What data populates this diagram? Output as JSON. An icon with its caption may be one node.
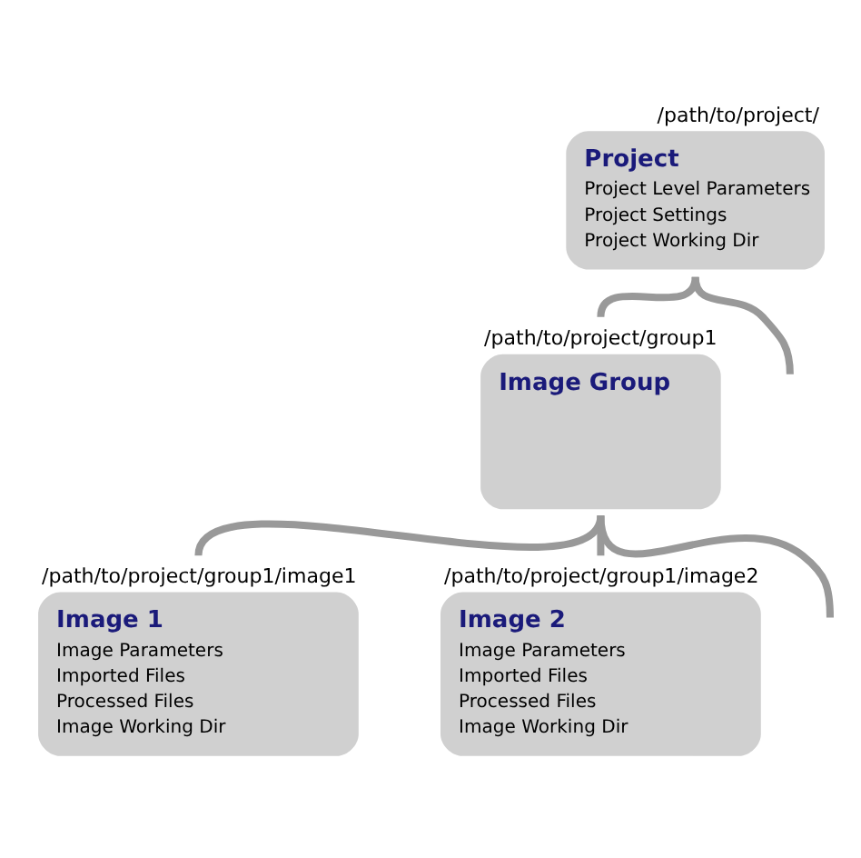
{
  "diagram": {
    "nodes": [
      {
        "text": [
          "Project",
          "Project Level Parameters",
          "Project Settings",
          "Project Working Dir"
        ],
        "beside": [
          "/path/to/project/"
        ]
      },
      {
        "text": [
          "Image Group"
        ],
        "beside": [
          "/path/to/project/group1"
        ]
      },
      {
        "text": [
          "Image 1",
          "Image Parameters",
          "Imported Files",
          "Processed Files",
          "Image Working Dir"
        ],
        "beside": [
          "/path/to/project/group1/image1"
        ]
      },
      {
        "text": [
          "Image 2",
          "Image Parameters",
          "Imported Files",
          "Processed Files",
          "Image Working Dir"
        ],
        "beside": [
          "/path/to/project/group1/image2"
        ]
      }
    ],
    "edges": [
      {
        "from": 0,
        "to": 1,
        "arrow": "none"
      },
      {
        "from": 0,
        "to": null,
        "arrow": "none"
      },
      {
        "from": 1,
        "to": 2,
        "arrow": "none"
      },
      {
        "from": 1,
        "to": 3,
        "arrow": "none"
      },
      {
        "from": 1,
        "to": null,
        "arrow": "none"
      }
    ]
  }
}
